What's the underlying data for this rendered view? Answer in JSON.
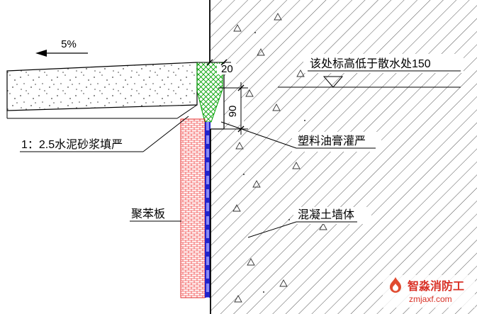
{
  "drawing": {
    "slope_label": "5%",
    "dim_groove_width": "20",
    "dim_groove_depth": "90",
    "note_level": "该处标高低于散水处150",
    "note_mortar": "1：2.5水泥砂浆填严",
    "note_sealant": "塑料油膏灌严",
    "note_eps_board": "聚苯板",
    "note_wall": "混凝土墙体",
    "colors": {
      "mortar_hatch": "#00a000",
      "eps_board_hatch": "#ee0000",
      "sealant_strip": "#2222cc",
      "drawing_line": "#000000",
      "watermark": "#d93025"
    }
  },
  "watermark": {
    "brand": "智淼消防工",
    "site": "zmjaxf.com"
  }
}
